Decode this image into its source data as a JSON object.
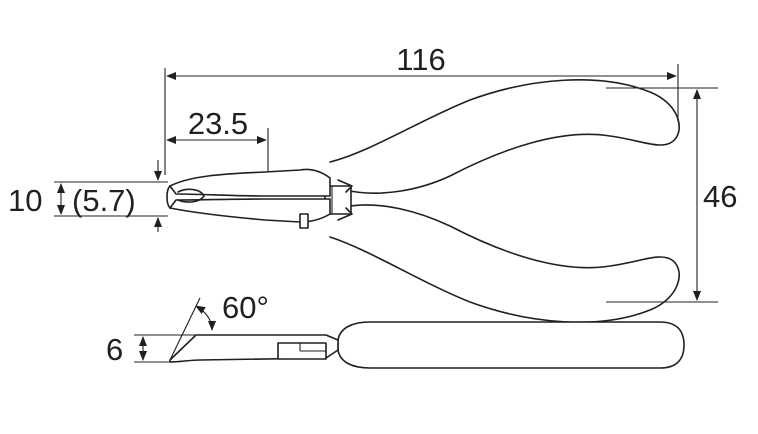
{
  "dimensions": {
    "overall_length": "116",
    "head_length": "23.5",
    "overall_width": "46",
    "jaw_width": "10",
    "jaw_tip_width": "(5.7)",
    "thickness": "6",
    "angle": "60°"
  },
  "colors": {
    "line": "#231f20",
    "background": "#ffffff"
  }
}
